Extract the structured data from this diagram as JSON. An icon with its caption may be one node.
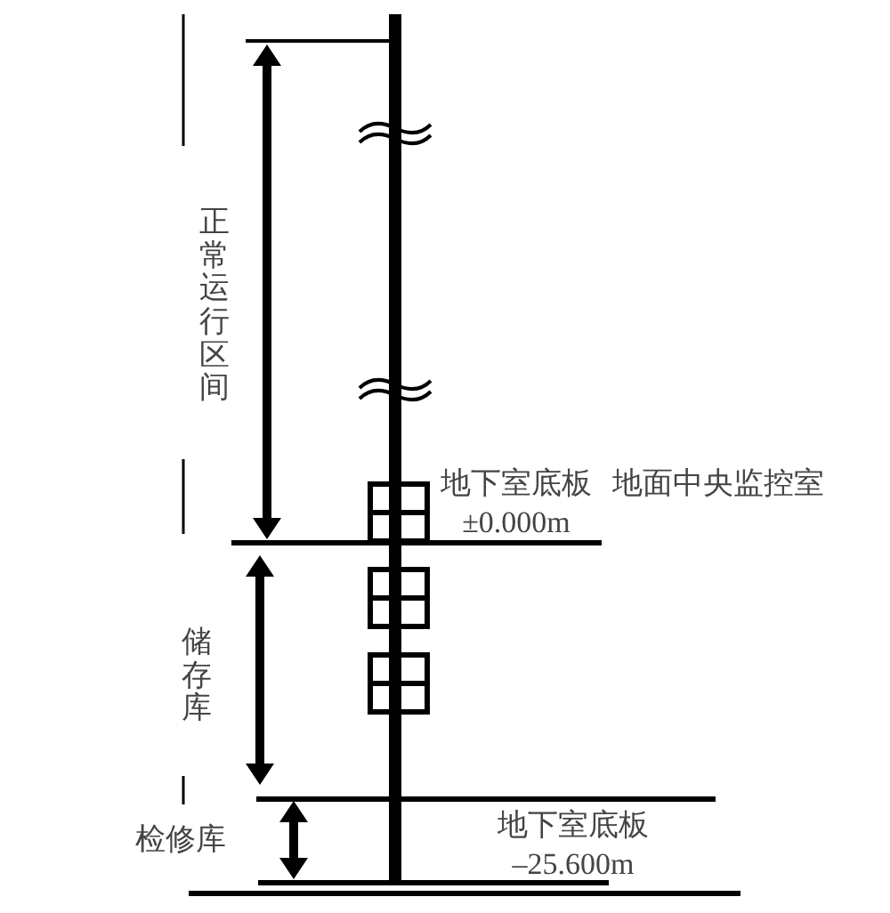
{
  "diagram": {
    "labels": [
      "正常运行区间",
      "地下室底板",
      "±0.000m",
      "地面中央监控室",
      "储存库",
      "检修库",
      "地下室底板",
      "–25.600m"
    ]
  }
}
